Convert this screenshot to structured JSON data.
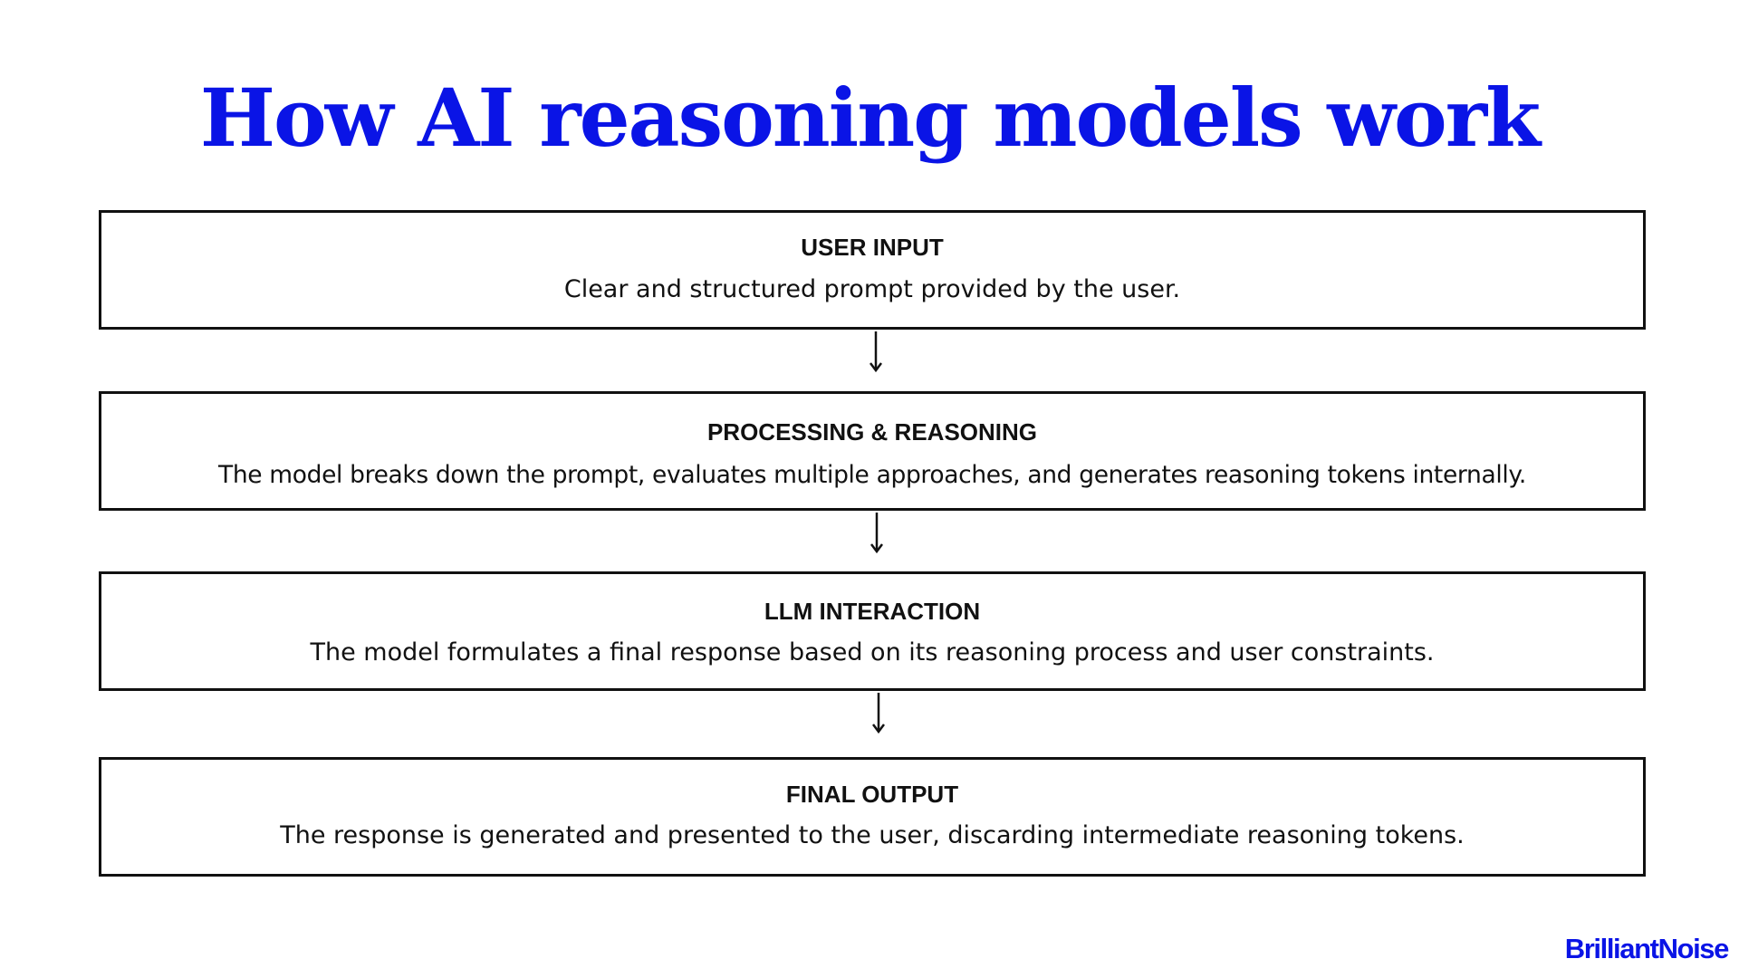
{
  "title": "How AI reasoning models work",
  "steps": [
    {
      "heading": "USER INPUT",
      "description": "Clear and structured prompt provided by the user."
    },
    {
      "heading": "PROCESSING & REASONING",
      "description": "The model breaks down the prompt, evaluates multiple approaches, and generates reasoning tokens internally."
    },
    {
      "heading": "LLM INTERACTION",
      "description": "The model formulates a final response based on its reasoning process and user constraints."
    },
    {
      "heading": "FINAL OUTPUT",
      "description": "The response is generated and presented to the user, discarding intermediate reasoning tokens."
    }
  ],
  "brand": "BrilliantNoise",
  "colors": {
    "accent": "#0a14e6",
    "text": "#111111",
    "background": "#ffffff"
  }
}
